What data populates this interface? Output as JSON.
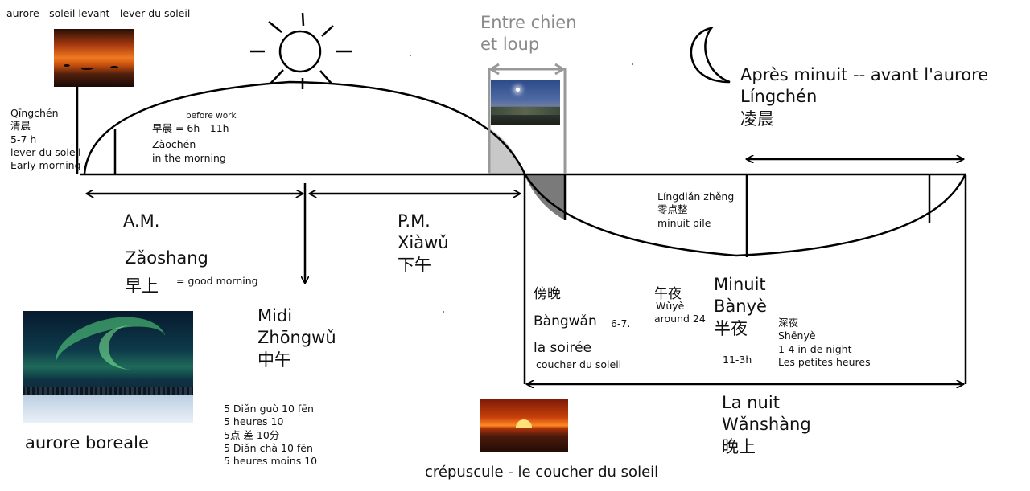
{
  "top_left_title": "aurore - soleil levant - lever du soleil",
  "qingchen": [
    "Qīngchén",
    "清晨",
    "5-7 h",
    "lever du soleil",
    "Early morning"
  ],
  "zaochen": {
    "note": "before work",
    "lines": [
      "早晨 = 6h - 11h",
      "Zǎochén",
      "in the morning"
    ]
  },
  "entre_chien": [
    "Entre chien",
    "et loup"
  ],
  "apres_minuit": [
    "Après minuit -- avant l'aurore",
    "Língchén",
    "凌晨"
  ],
  "am_label": "A.M.",
  "zaoshang": {
    "pinyin": "Zǎoshang",
    "hanzi": "早上",
    "meaning": "= good morning"
  },
  "pm_labels": [
    "P.M.",
    "Xiàwǔ",
    "下午"
  ],
  "lingdian": [
    "Língdiǎn zhěng",
    "零点整",
    "minuit pile"
  ],
  "midi": [
    "Midi",
    "Zhōngwǔ",
    "中午"
  ],
  "time_examples": [
    "5 Diǎn guò 10 fēn",
    "5 heures 10",
    "5点 差 10分",
    "5 Diǎn chà 10 fēn",
    "5 heures moins 10"
  ],
  "bangwan": {
    "hanzi": "傍晚",
    "pinyin": "Bàngwǎn",
    "hours": "6-7.",
    "french": "la soirée",
    "note": "coucher du soleil"
  },
  "wuye": {
    "hanzi": "午夜",
    "pinyin": "Wǔyè",
    "note": "around 24"
  },
  "minuit": {
    "lines": [
      "Minuit",
      "Bànyè",
      "半夜"
    ],
    "hours": "11-3h"
  },
  "shenye": [
    "深夜",
    "Shēnyè",
    "1-4 in de night",
    "Les petites heures"
  ],
  "la_nuit": [
    "La nuit",
    "Wǎnshàng",
    "晚上"
  ],
  "aurore_boreale": "aurore boreale",
  "crepuscule": "crépuscule - le coucher du soleil",
  "colors": {
    "line": "#000000",
    "grey_bracket": "#999999",
    "dusk_light": "#c8c8c8",
    "dusk_dark": "#7a7a7a"
  }
}
